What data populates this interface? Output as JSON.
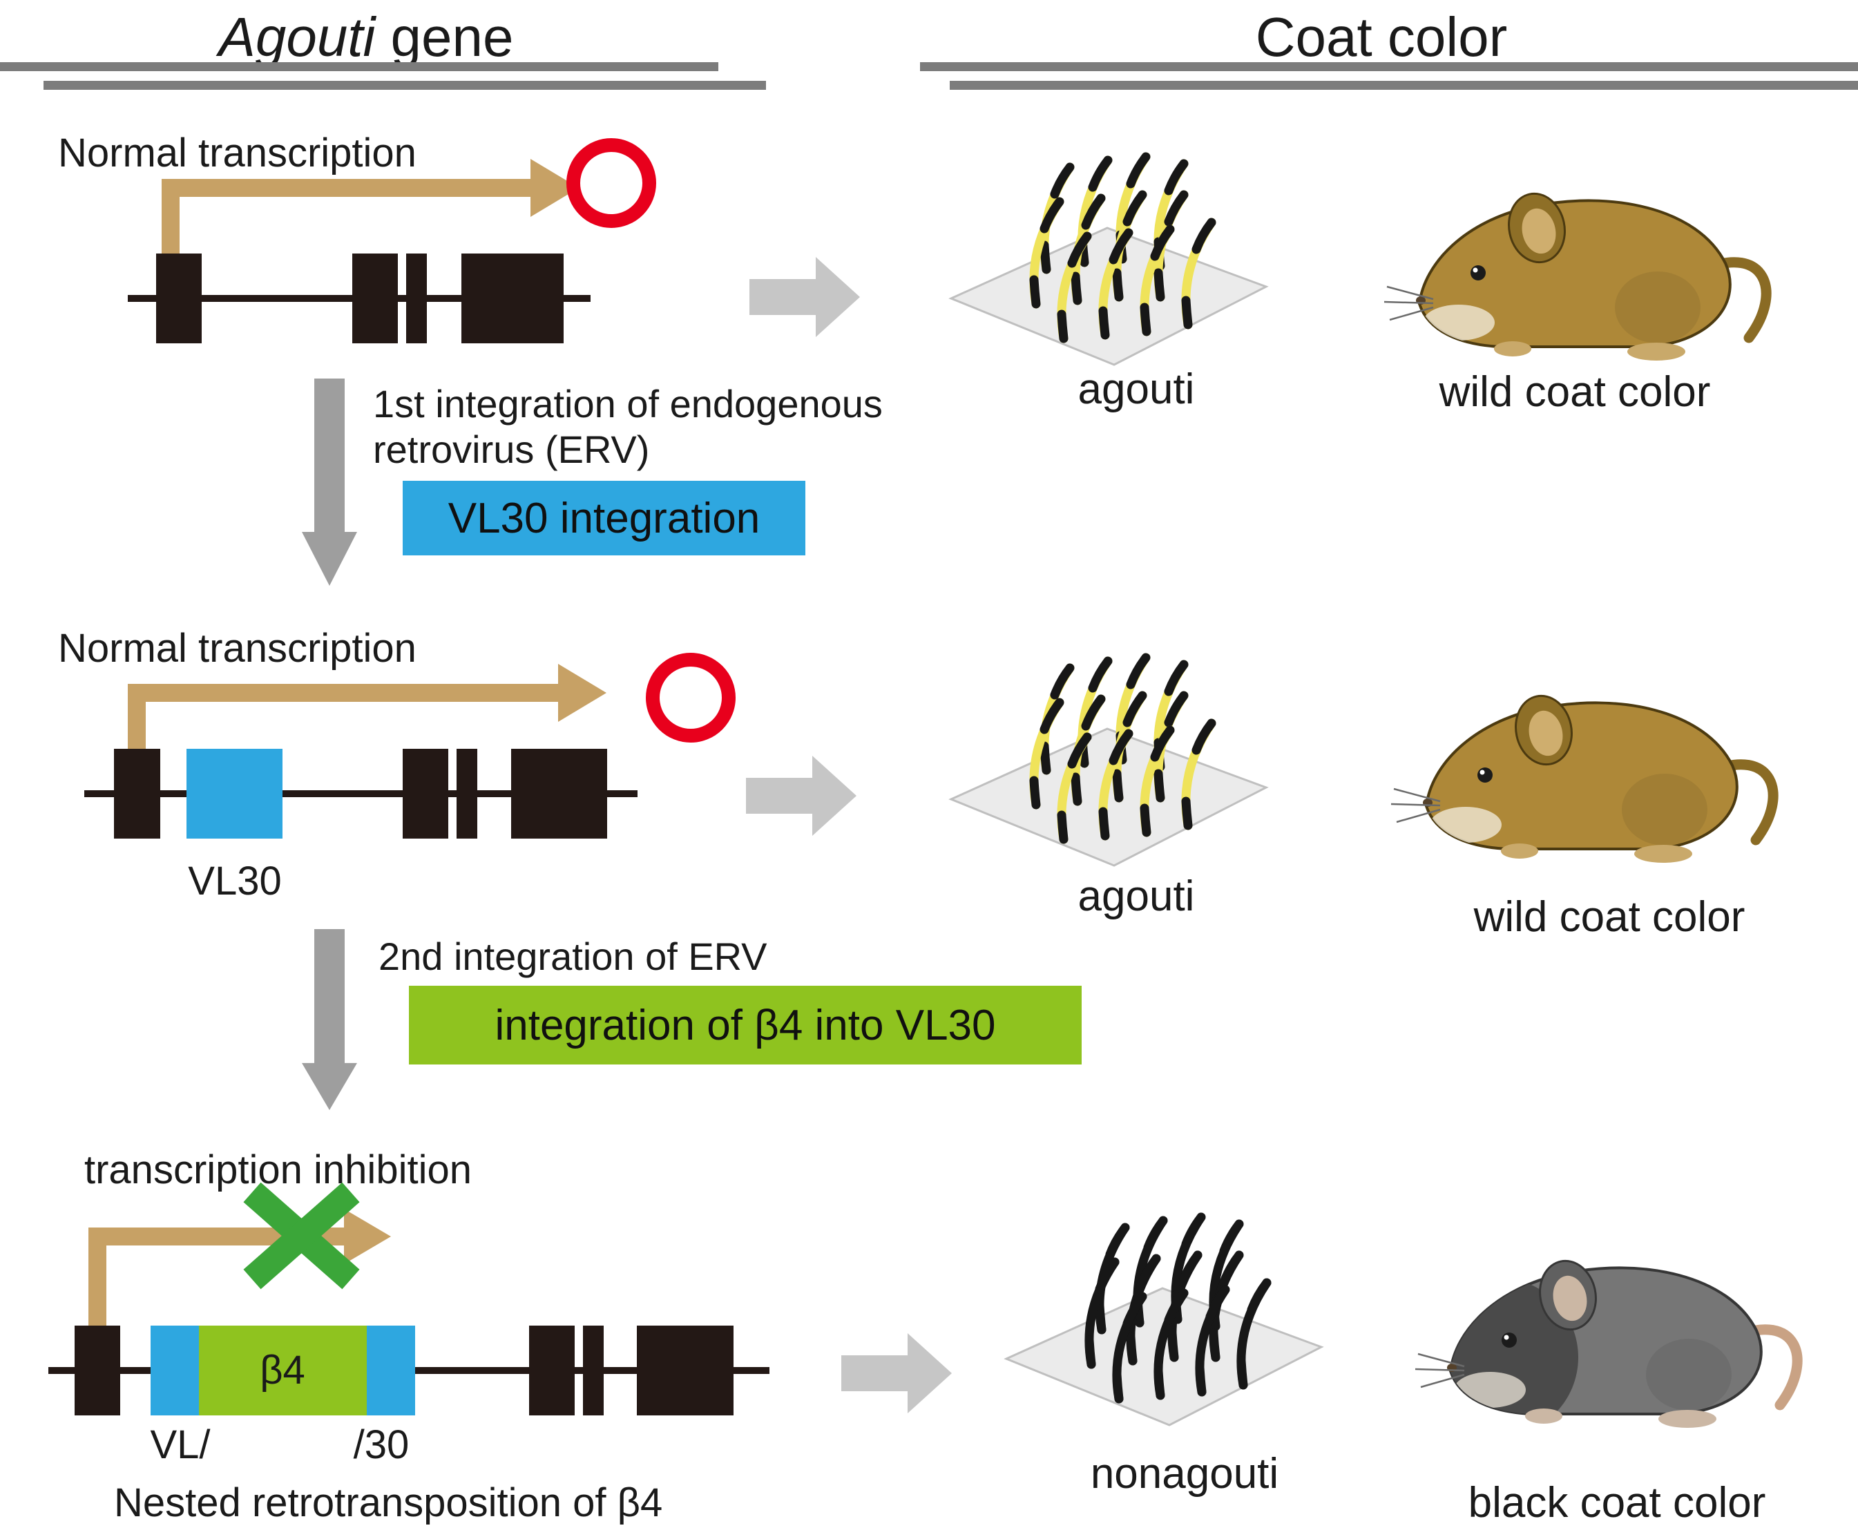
{
  "header": {
    "left_title_italic": "Agouti",
    "left_title_rest": " gene",
    "right_title": "Coat color"
  },
  "row1": {
    "label": "Normal transcription",
    "hair_caption": "agouti",
    "mouse_caption": "wild coat color"
  },
  "transition1": {
    "note": "1st integration of endogenous\nretrovirus (ERV)",
    "box_label": "VL30 integration"
  },
  "row2": {
    "label": "Normal transcription",
    "insert_label": "VL30",
    "hair_caption": "agouti",
    "mouse_caption": "wild coat color"
  },
  "transition2": {
    "note": "2nd integration of ERV",
    "box_label": "integration of β4 into VL30"
  },
  "row3": {
    "label": "transcription inhibition",
    "insert_label": "β4",
    "insert_left_label": "VL/",
    "insert_right_label": "/30",
    "caption": "Nested retrotransposition of β4",
    "hair_caption": "nonagouti",
    "mouse_caption": "black coat color"
  },
  "colors": {
    "blue": "#2EA7E0",
    "green": "#8FC31F",
    "tan_arrow": "#C7A165",
    "red_ring": "#E8001C",
    "gray_arrow": "#C6C6C6",
    "gray_down_arrow": "#9E9E9E",
    "exon_black": "#231815",
    "x_green": "#3BA639",
    "mouse_brown": "#AE8838",
    "mouse_gray": "#767676",
    "hair_yellow": "#EFE35A"
  }
}
